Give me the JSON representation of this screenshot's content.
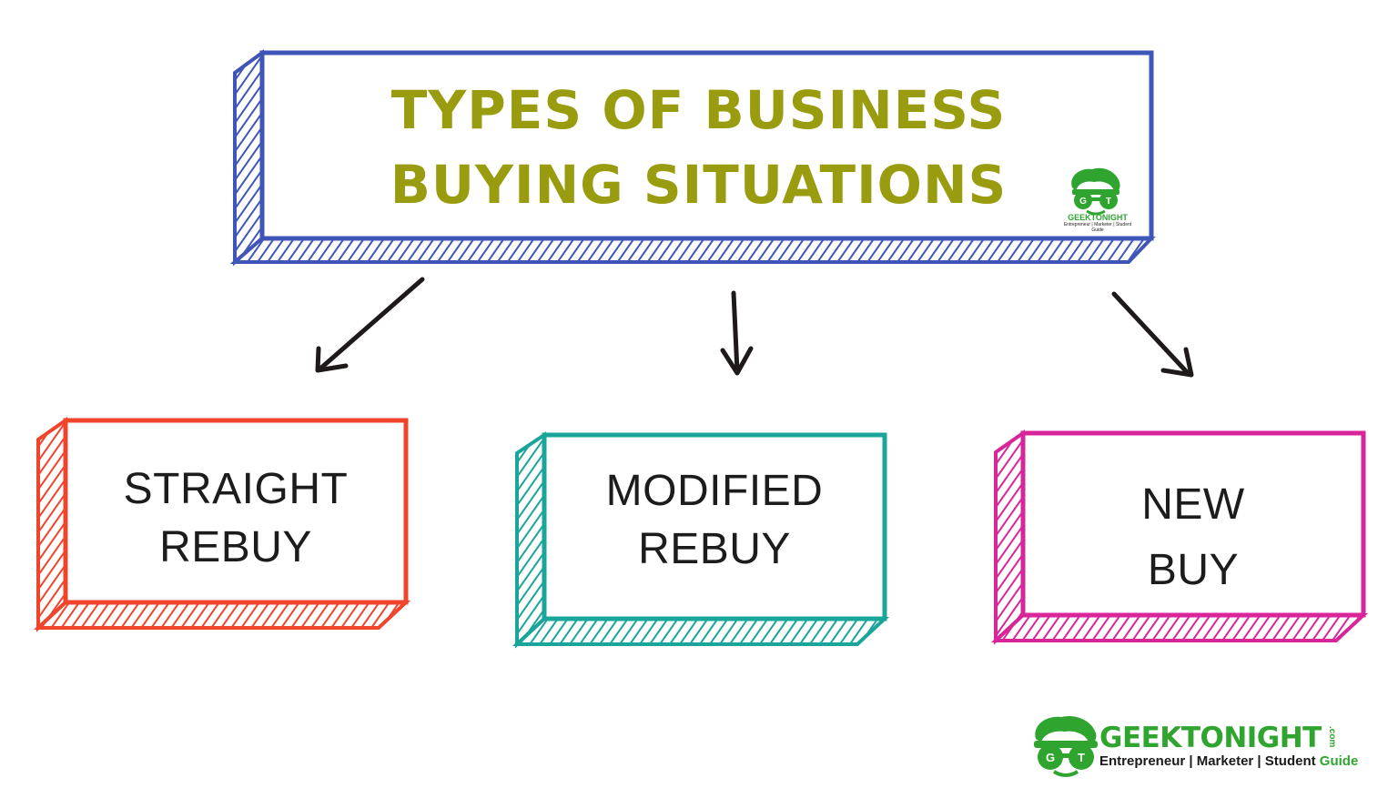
{
  "title": {
    "line1": "TYPES OF BUSINESS",
    "line2": "BUYING SITUATIONS",
    "color": "#9a9c10",
    "border_color": "#3f56b8"
  },
  "boxes": [
    {
      "line1": "STRAIGHT",
      "line2": "REBUY",
      "color": "#f0442c"
    },
    {
      "line1": "MODIFIED",
      "line2": "REBUY",
      "color": "#1aa59b"
    },
    {
      "line1": "NEW",
      "line2": "BUY",
      "color": "#d8269a"
    }
  ],
  "arrows": {
    "color": "#1f1a1a"
  },
  "logo_small": {
    "name": "GEEKTONIGHT",
    "tagline": "Entrepreneur | Marketer | Student Guide",
    "icon": "geek-mascot-icon",
    "color": "#2fa530"
  },
  "brand": {
    "name": "GEEKTONIGHT",
    "suffix": ".com",
    "tagline_main": "Entrepreneur | Marketer | Student ",
    "tagline_accent": "Guide",
    "icon": "geek-mascot-icon",
    "color": "#2fa530"
  }
}
